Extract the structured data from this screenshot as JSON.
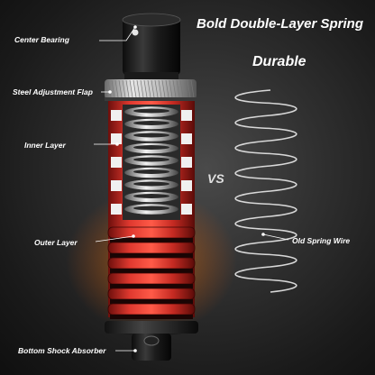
{
  "headline": "Bold Double-Layer Spring",
  "subheadline": "Durable",
  "comparison": "VS",
  "callouts": {
    "center_bearing": "Center Bearing",
    "steel_adjustment_flap": "Steel Adjustment Flap",
    "inner_layer": "Inner Layer",
    "outer_layer": "Outer Layer",
    "bottom_shock_absorber": "Bottom Shock Absorber",
    "old_spring_wire": "Old Spring Wire"
  },
  "colors": {
    "background": "#2a2a2a",
    "outer_spring": "#d8332b",
    "inner_spring": "#c8c8c8",
    "text": "#ffffff"
  }
}
